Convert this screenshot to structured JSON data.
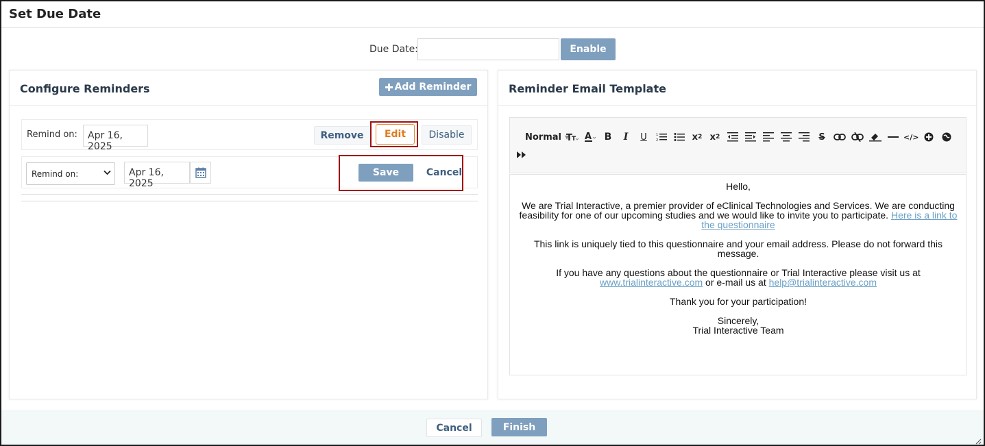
{
  "dialog": {
    "title": "Set Due Date"
  },
  "due_date": {
    "label": "Due Date:",
    "value": "",
    "enable_label": "Enable"
  },
  "reminders": {
    "title": "Configure Reminders",
    "add_label": "Add Reminder",
    "add_icon": "plus-icon",
    "row1": {
      "label": "Remind on:",
      "date": "Apr 16, 2025",
      "remove_label": "Remove",
      "edit_label": "Edit",
      "disable_label": "Disable"
    },
    "row2": {
      "select_value": "Remind on:",
      "date": "Apr 16, 2025",
      "calendar_icon": "calendar-icon",
      "save_label": "Save",
      "cancel_label": "Cancel"
    }
  },
  "template": {
    "title": "Reminder Email Template",
    "toolbar": {
      "format_label": "Normal",
      "tools": [
        "text-size-icon",
        "font-color-icon",
        "bold-icon",
        "italic-icon",
        "underline-icon",
        "ordered-list-icon",
        "bullet-list-icon",
        "subscript-icon",
        "superscript-icon",
        "outdent-icon",
        "indent-icon",
        "align-left-icon",
        "align-center-icon",
        "align-right-icon",
        "strikethrough-icon",
        "link-icon",
        "unlink-icon",
        "clear-format-icon",
        "horizontal-rule-icon",
        "code-view-icon",
        "insert-icon",
        "globe-icon",
        "more-icon"
      ]
    },
    "body": {
      "greeting": "Hello,",
      "para1_text": "We are Trial Interactive, a premier provider of eClinical Technologies and Services. We are conducting feasibility for one of our upcoming studies and we would like to invite you to participate.",
      "para1_link": "Here is a link to the questionnaire",
      "para2": "This link is uniquely tied to this questionnaire and your email address. Please do not forward this message.",
      "para3_text": "If you have any questions about the questionnaire or Trial Interactive please visit us at",
      "para3_link1": "www.trialinteractive.com",
      "para3_mid": "or e-mail us at",
      "para3_link2": "help@trialinteractive.com",
      "thanks": "Thank you for your participation!",
      "closing": "Sincerely,",
      "signature": "Trial Interactive Team"
    }
  },
  "footer": {
    "cancel_label": "Cancel",
    "finish_label": "Finish"
  },
  "colors": {
    "primary_button": "#7f9fbe",
    "highlight_border": "#a01010",
    "edit_accent": "#e07a20",
    "link": "#6aa0c7"
  }
}
